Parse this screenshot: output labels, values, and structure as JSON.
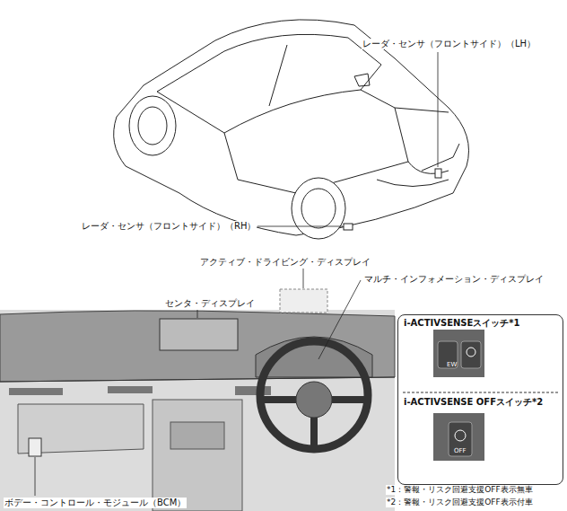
{
  "diagram": {
    "nodes": [
      {
        "text": [
          "i-ACTIVSENSEスイッチ*1",
          "i-ACTIVSENSE OFFスイッチ*2"
        ]
      }
    ],
    "labels": [
      "レーダ・センサ（フロントサイド）（LH）",
      "レーダ・センサ（フロントサイド）（RH）",
      "アクティブ・ドライビング・ディスプレイ",
      "センタ・ディスプレイ",
      "マルチ・インフォメーション・ディスプレイ",
      "ボデー・コントロール・モジュール（BCM）",
      "*1：警報・リスク回避支援OFF表示無車",
      "*2：警報・リスク回避支援OFF表示付車",
      "EW",
      "OFF"
    ]
  }
}
